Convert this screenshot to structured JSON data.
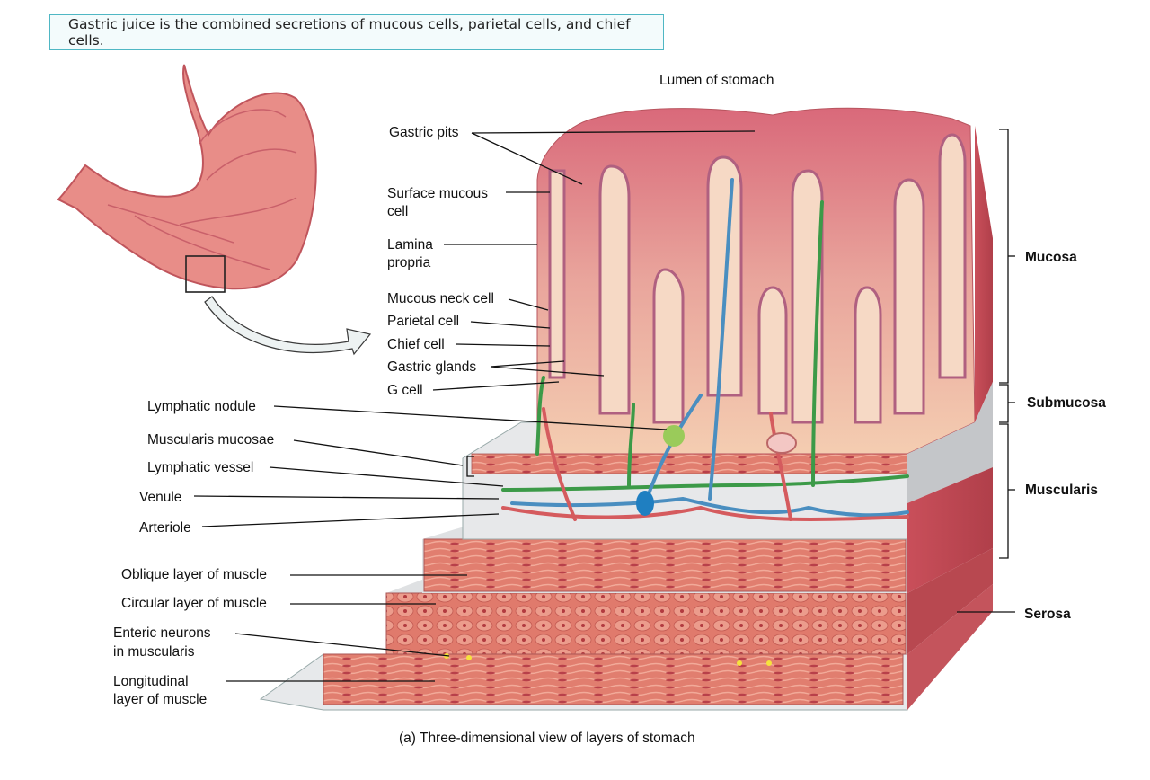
{
  "callout": "Gastric juice is the combined secretions of mucous cells, parietal cells, and chief cells.",
  "lumen_label": "Lumen of stomach",
  "caption": "(a) Three-dimensional view of layers of stomach",
  "labels": {
    "gastric_pits": "Gastric pits",
    "surface_mucous_1": "Surface mucous",
    "surface_mucous_2": "cell",
    "lamina_1": "Lamina",
    "lamina_2": "propria",
    "mucous_neck": "Mucous neck cell",
    "parietal": "Parietal cell",
    "chief": "Chief cell",
    "gastric_glands": "Gastric glands",
    "g_cell": "G cell",
    "lymphatic_nodule": "Lymphatic nodule",
    "muscularis_mucosae": "Muscularis mucosae",
    "lymphatic_vessel": "Lymphatic vessel",
    "venule": "Venule",
    "arteriole": "Arteriole",
    "oblique": "Oblique layer of muscle",
    "circular": "Circular layer of muscle",
    "enteric_1": "Enteric neurons",
    "enteric_2": "in muscularis",
    "longitudinal_1": "Longitudinal",
    "longitudinal_2": "layer of muscle"
  },
  "layers": {
    "mucosa": "Mucosa",
    "submucosa": "Submucosa",
    "muscularis": "Muscularis",
    "serosa": "Serosa"
  }
}
